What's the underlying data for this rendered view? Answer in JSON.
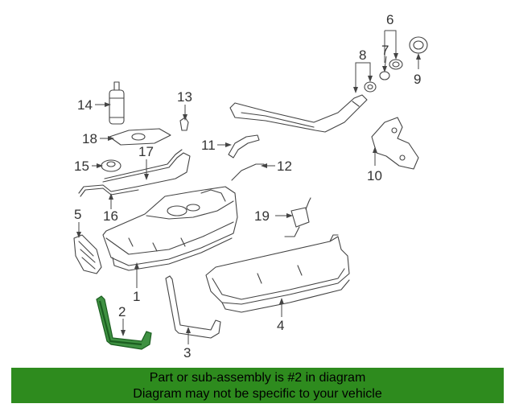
{
  "callouts": [
    "1",
    "2",
    "3",
    "4",
    "5",
    "6",
    "7",
    "8",
    "9",
    "10",
    "11",
    "12",
    "13",
    "14",
    "15",
    "16",
    "17",
    "18",
    "19"
  ],
  "banner": {
    "line1": "Part or sub-assembly is #2 in diagram",
    "line2": "Diagram may not be specific to your vehicle"
  },
  "colors": {
    "highlight": "#2e8b1e",
    "line": "#444444"
  }
}
